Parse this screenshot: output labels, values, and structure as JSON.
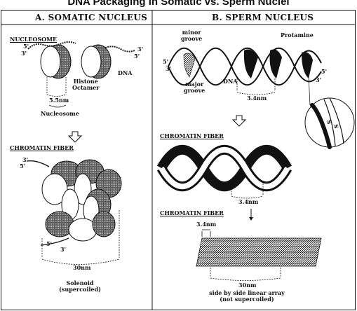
{
  "title": "DNA Packaging in Somatic vs. Sperm Nuclei",
  "panel_a": {
    "heading": "A. SOMATIC NUCLEUS",
    "nucleosome_label": "NUCLEOSOME",
    "prime5": "5'",
    "prime3": "3'",
    "histone_octamer": "Histone\nOctamer",
    "dna": "DNA",
    "size_5_5": "5.5nm",
    "nucleosome": "Nucleosome",
    "chromatin_fiber": "CHROMATIN FIBER",
    "size_30": "30nm",
    "solenoid": "Solenoid\n(supercoiled)"
  },
  "panel_b": {
    "heading": "B. SPERM NUCLEUS",
    "minor_groove": "minor\ngroove",
    "major_groove": "major\ngroove",
    "protamine": "Protamine",
    "dna": "DNA",
    "size_3_4": "3.4nm",
    "chromatin_fiber": "CHROMATIN FIBER",
    "size_3_4b": "3.4nm",
    "chromatin_fiber2": "CHROMATIN FIBER",
    "size_3_4c": "3.4nm",
    "size_30": "30nm",
    "linear_array": "side by side linear array\n(not supercoiled)",
    "s_label": "S",
    "prime5": "5'",
    "prime3": "3'"
  }
}
